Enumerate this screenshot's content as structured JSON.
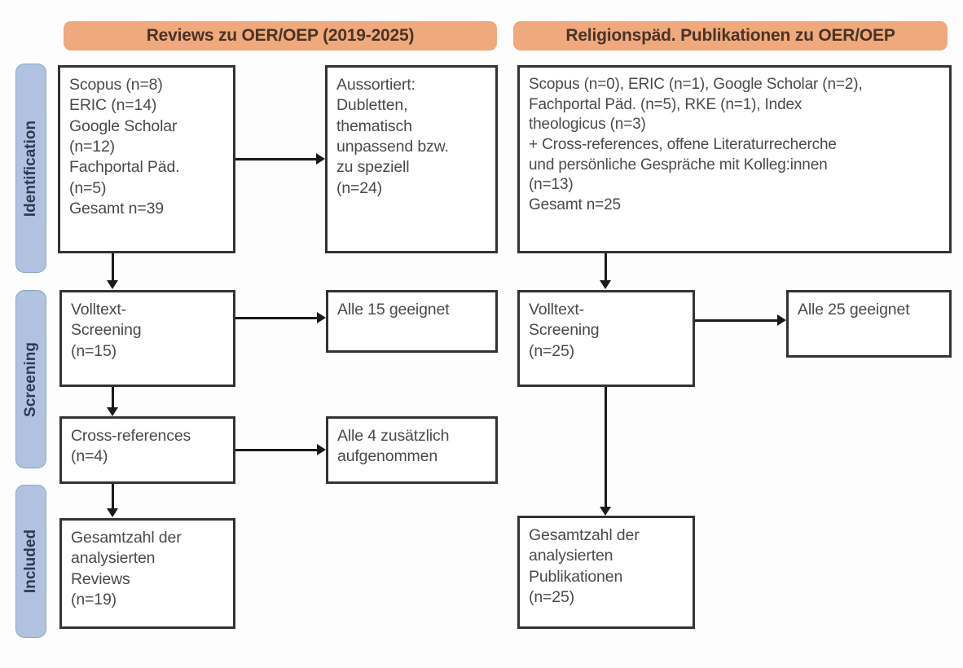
{
  "figure": {
    "type": "prisma-flow-diagram",
    "accent_orange": "#efa97c",
    "stage_pill_blue": "#b1c2e0",
    "box_border": "#333333",
    "text_color": "#4a4a4a"
  },
  "columns": {
    "left": {
      "header": "Reviews zu OER/OEP (2019-2025)"
    },
    "right": {
      "header": "Religionspäd. Publikationen zu OER/OEP"
    }
  },
  "stages": [
    {
      "id": "identification",
      "label": "Identification"
    },
    {
      "id": "screening",
      "label": "Screening"
    },
    {
      "id": "included",
      "label": "Included"
    }
  ],
  "boxes": {
    "left_identification_sources": "Scopus (n=8)\nERIC (n=14)\nGoogle Scholar\n(n=12)\nFachportal Päd.\n(n=5)\nGesamt n=39",
    "left_excluded": "Aussortiert:\nDubletten,\nthematisch\nunpassend bzw.\nzu speziell\n(n=24)",
    "left_fulltext_screening": "Volltext-\nScreening\n(n=15)",
    "left_all_eligible": "Alle 15 geeignet",
    "left_cross_references": "Cross-references\n(n=4)",
    "left_all_added": "Alle 4 zusätzlich\naufgenommen",
    "left_included_total": "Gesamtzahl der\nanalysierten\nReviews\n(n=19)",
    "right_identification_sources": "Scopus (n=0), ERIC (n=1), Google Scholar (n=2),\nFachportal Päd. (n=5), RKE (n=1), Index\ntheologicus (n=3)\n+ Cross-references, offene Literaturrecherche\nund persönliche Gespräche mit Kolleg:innen\n(n=13)\nGesamt n=25",
    "right_fulltext_screening": "Volltext-\nScreening\n(n=25)",
    "right_all_eligible": "Alle 25 geeignet",
    "right_included_total": "Gesamtzahl der\nanalysierten\nPublikationen\n(n=25)"
  }
}
